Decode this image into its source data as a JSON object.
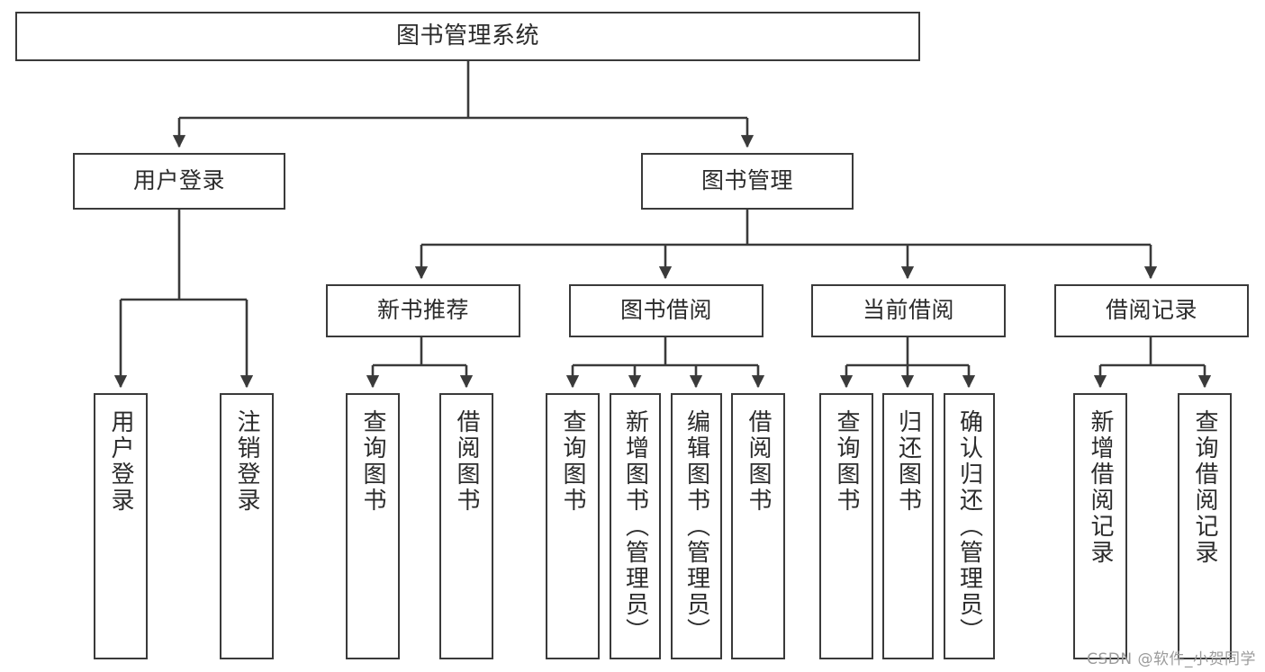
{
  "diagram": {
    "title": "图书管理系统",
    "watermark": "CSDN @软件_小贺同学",
    "stroke_color": "#3a3a3a",
    "background_color": "#ffffff",
    "text_color": "#2b2b2b",
    "nodes": {
      "root": {
        "label": "图书管理系统"
      },
      "level2": [
        {
          "label": "用户登录"
        },
        {
          "label": "图书管理"
        }
      ],
      "level3": [
        {
          "label": "新书推荐"
        },
        {
          "label": "图书借阅"
        },
        {
          "label": "当前借阅"
        },
        {
          "label": "借阅记录"
        }
      ],
      "leaves": {
        "user_login": [
          {
            "label": "用户登录"
          },
          {
            "label": "注销登录"
          }
        ],
        "new_book_recommend": [
          {
            "label": "查询图书"
          },
          {
            "label": "借阅图书"
          }
        ],
        "book_borrow": [
          {
            "label": "查询图书"
          },
          {
            "label": "新增图书（管理员）"
          },
          {
            "label": "编辑图书（管理员）"
          },
          {
            "label": "借阅图书"
          }
        ],
        "current_borrow": [
          {
            "label": "查询图书"
          },
          {
            "label": "归还图书"
          },
          {
            "label": "确认归还（管理员）"
          }
        ],
        "borrow_record": [
          {
            "label": "新增借阅记录"
          },
          {
            "label": "查询借阅记录"
          }
        ]
      }
    }
  }
}
